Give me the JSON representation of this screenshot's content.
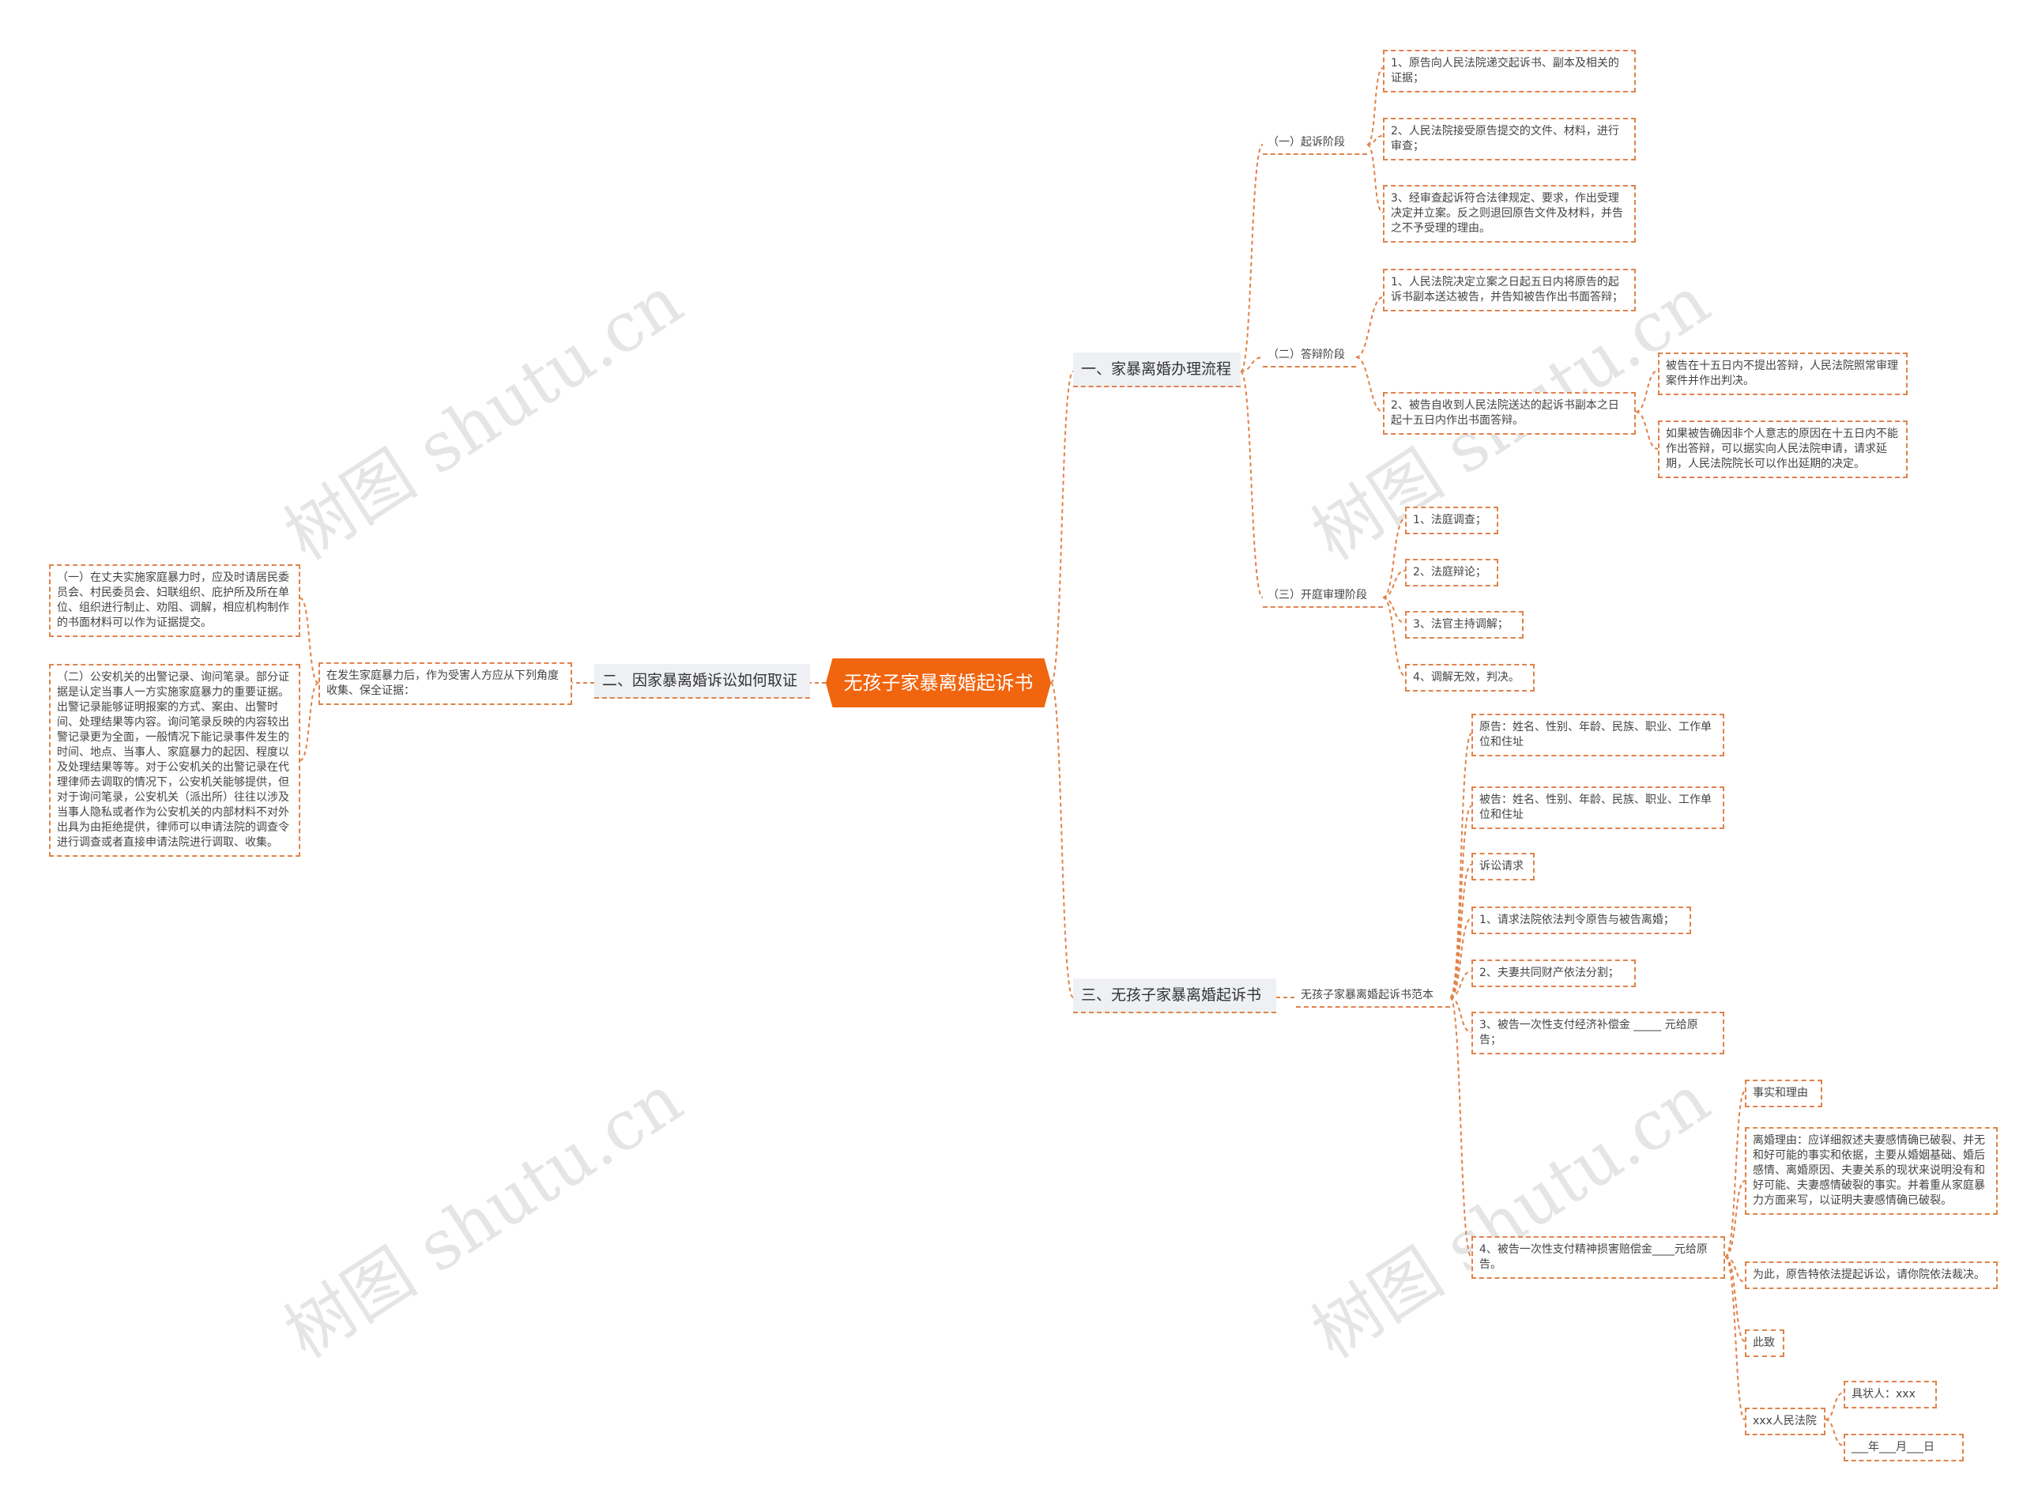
{
  "root": "无孩子家暴离婚起诉书",
  "branch1": {
    "title": "一、家暴离婚办理流程",
    "s1": {
      "label": "（一）起诉阶段",
      "i1": "1、原告向人民法院递交起诉书、副本及相关的证据；",
      "i2": "2、人民法院接受原告提交的文件、材料，进行审查；",
      "i3": "3、经审查起诉符合法律规定、要求，作出受理决定并立案。反之则退回原告文件及材料，并告之不予受理的理由。"
    },
    "s2": {
      "label": "（二）答辩阶段",
      "i1": "1、人民法院决定立案之日起五日内将原告的起诉书副本送达被告，并告知被告作出书面答辩；",
      "i2": "2、被告自收到人民法院送达的起诉书副本之日起十五日内作出书面答辩。",
      "i2a": "被告在十五日内不提出答辩，人民法院照常审理案件并作出判决。",
      "i2b": "如果被告确因非个人意志的原因在十五日内不能作出答辩，可以据实向人民法院申请，请求延期，人民法院院长可以作出延期的决定。"
    },
    "s3": {
      "label": "（三）开庭审理阶段",
      "i1": "1、法庭调查；",
      "i2": "2、法庭辩论；",
      "i3": "3、法官主持调解；",
      "i4": "4、调解无效，判决。"
    }
  },
  "branch2": {
    "title": "二、因家暴离婚诉讼如何取证",
    "mid": "在发生家庭暴力后，作为受害人方应从下列角度收集、保全证据：",
    "e1": "（一）在丈夫实施家庭暴力时，应及时请居民委员会、村民委员会、妇联组织、庇护所及所在单位、组织进行制止、劝阻、调解，相应机构制作的书面材料可以作为证据提交。",
    "e2": "（二）公安机关的出警记录、询问笔录。部分证据是认定当事人一方实施家庭暴力的重要证据。出警记录能够证明报案的方式、案由、出警时间、处理结果等内容。询问笔录反映的内容较出警记录更为全面，一般情况下能记录事件发生的时间、地点、当事人、家庭暴力的起因、程度以及处理结果等等。对于公安机关的出警记录在代理律师去调取的情况下，公安机关能够提供，但对于询问笔录，公安机关（派出所）往往以涉及当事人隐私或者作为公安机关的内部材料不对外出具为由拒绝提供，律师可以申请法院的调查令进行调查或者直接申请法院进行调取、收集。"
  },
  "branch3": {
    "title": "三、无孩子家暴离婚起诉书",
    "mid": "无孩子家暴离婚起诉书范本",
    "t1": "原告：姓名、性别、年龄、民族、职业、工作单位和住址",
    "t2": "被告：姓名、性别、年龄、民族、职业、工作单位和住址",
    "t3": "诉讼请求",
    "t4": "1、请求法院依法判令原告与被告离婚；",
    "t5": "2、夫妻共同财产依法分割；",
    "t6": "3、被告一次性支付经济补偿金 _____ 元给原告；",
    "t7": "4、被告一次性支付精神损害赔偿金____元给原告。",
    "facts": "事实和理由",
    "reason": "离婚理由：应详细叙述夫妻感情确已破裂、并无和好可能的事实和依据，主要从婚姻基础、婚后感情、离婚原因、夫妻关系的现状来说明没有和好可能、夫妻感情破裂的事实。并着重从家庭暴力方面来写，以证明夫妻感情确已破裂。",
    "request": "为此，原告特依法提起诉讼，请你院依法裁决。",
    "cizhi": "此致",
    "court": "xxx人民法院",
    "signer": "具状人：xxx",
    "date": "___年___月___日"
  },
  "watermarks": [
    "树图 shutu.cn",
    "树图 shutu.cn",
    "树图 shutu.cn",
    "树图 shutu.cn"
  ]
}
